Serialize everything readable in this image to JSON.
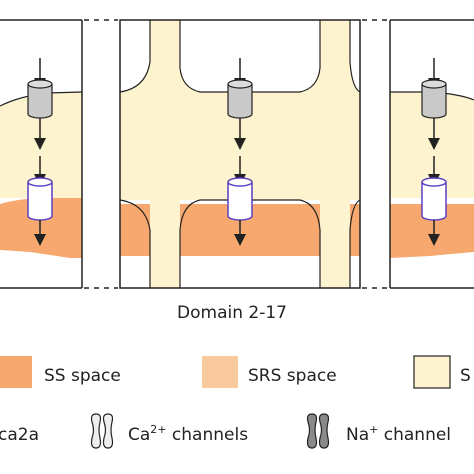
{
  "diagram": {
    "domain_label": "Domain 2-17"
  },
  "legend": {
    "ss_space": "SS space",
    "srs_space": "SRS space",
    "third_space": "S",
    "pump_partial": "ca2a",
    "ca_prefix": "Ca",
    "ca_sup": "2+",
    "ca_suffix": " channels",
    "na_prefix": "Na",
    "na_sup": "+",
    "na_suffix": " channel"
  },
  "colors": {
    "ss_space": "#f6a86e",
    "srs_space": "#f8c99c",
    "cytosol": "#fdf4cf",
    "grey_channel": "#c9c9c9",
    "dark_channel": "#8a8a8a",
    "pump_outline": "#5b3fc4"
  }
}
